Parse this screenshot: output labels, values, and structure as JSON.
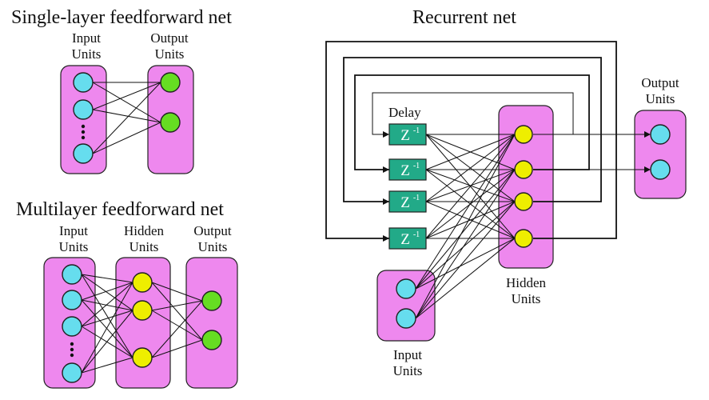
{
  "colors": {
    "panel": "#ee88ee",
    "input_node": "#66ddee",
    "output_node": "#66dd22",
    "hidden_node": "#eeee00",
    "delay_box": "#22aa88",
    "line": "#111111"
  },
  "single_layer": {
    "title": "Single-layer  feedforward net",
    "input_label_1": "Input",
    "input_label_2": "Units",
    "output_label_1": "Output",
    "output_label_2": "Units"
  },
  "multilayer": {
    "title": "Multilayer  feedforward net",
    "input_label_1": "Input",
    "input_label_2": "Units",
    "hidden_label_1": "Hidden",
    "hidden_label_2": "Units",
    "output_label_1": "Output",
    "output_label_2": "Units"
  },
  "recurrent": {
    "title": "Recurrent net",
    "delay_label": "Delay",
    "delay_symbol": "Z",
    "delay_exponent": "-1",
    "hidden_label_1": "Hidden",
    "hidden_label_2": "Units",
    "input_label_1": "Input",
    "input_label_2": "Units",
    "output_label_1": "Output",
    "output_label_2": "Units"
  }
}
